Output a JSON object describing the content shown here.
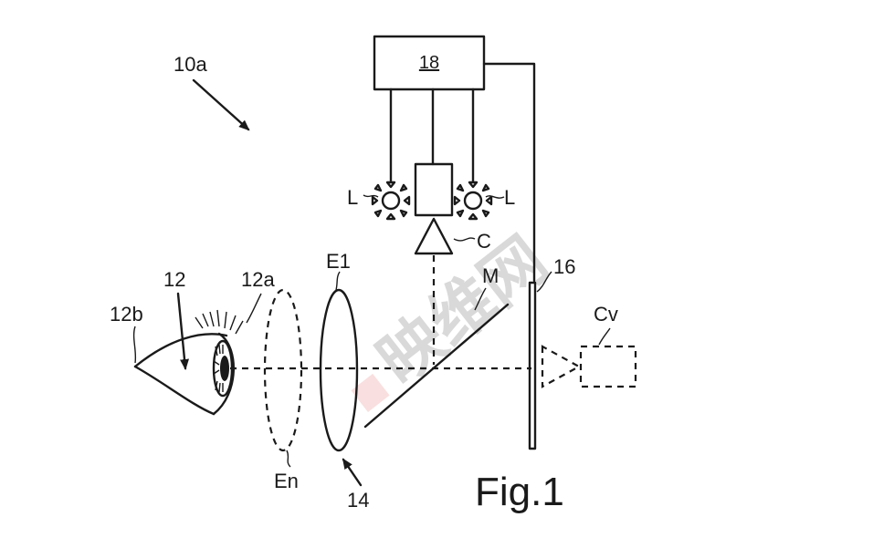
{
  "figure_caption": "Fig.1",
  "labels": {
    "system": "10a",
    "controller": "18",
    "light_left": "L",
    "light_right": "L",
    "camera": "C",
    "lens": "E1",
    "mirror": "M",
    "screen": "16",
    "camera_virtual": "Cv",
    "eye": "12",
    "eye_surface": "12a",
    "eyelid": "12b",
    "lens_n": "En",
    "lens_arrow": "14"
  },
  "watermark": {
    "text": "映维网",
    "color": "#5b8fd6"
  }
}
